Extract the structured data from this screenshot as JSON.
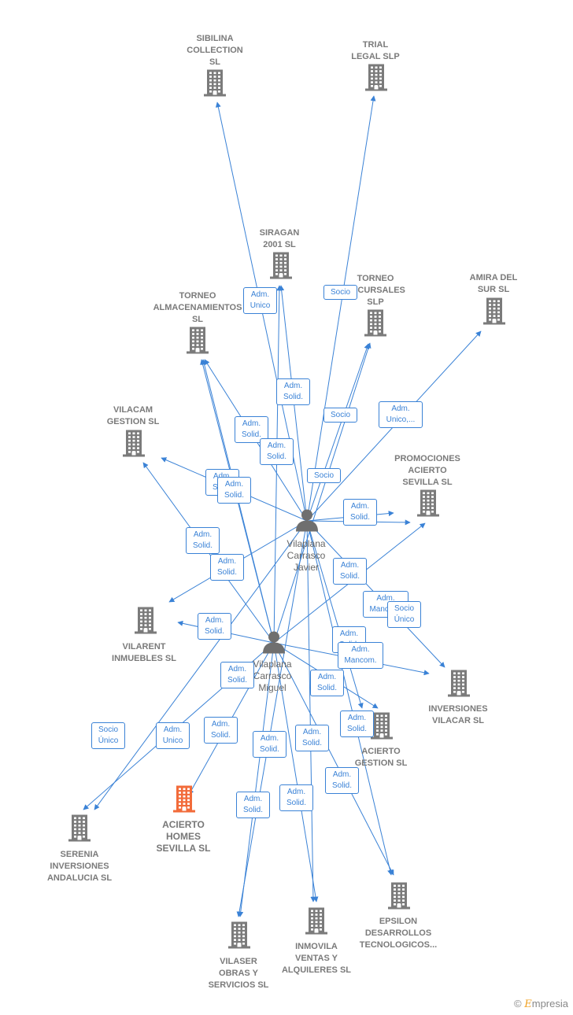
{
  "companies": [
    {
      "id": "sibilina",
      "label": "SIBILINA\nCOLLECTION\nSL"
    },
    {
      "id": "trial",
      "label": "TRIAL\nLEGAL  SLP"
    },
    {
      "id": "siragan",
      "label": "SIRAGAN\n2001 SL"
    },
    {
      "id": "torneo_sucursales",
      "label": "TORNEO\nSUCURSALES\nSLP"
    },
    {
      "id": "amira",
      "label": "AMIRA DEL\nSUR  SL"
    },
    {
      "id": "torneo_alm",
      "label": "TORNEO\nALMACENAMIENTOS\nSL"
    },
    {
      "id": "vilacam",
      "label": "VILACAM\nGESTION SL"
    },
    {
      "id": "promociones",
      "label": "PROMOCIONES\nACIERTO\nSEVILLA  SL"
    },
    {
      "id": "vilarent",
      "label": "VILARENT\nINMUEBLES SL"
    },
    {
      "id": "inversiones_vilacar",
      "label": "INVERSIONES\nVILACAR  SL"
    },
    {
      "id": "acierto_gestion",
      "label": "ACIERTO\nGESTION  SL"
    },
    {
      "id": "acierto_homes",
      "label": "ACIERTO\nHOMES\nSEVILLA  SL",
      "focus": true
    },
    {
      "id": "serenia",
      "label": "SERENIA\nINVERSIONES\nANDALUCIA SL"
    },
    {
      "id": "epsilon",
      "label": "EPSILON\nDESARROLLOS\nTECNOLOGICOS..."
    },
    {
      "id": "inmovila",
      "label": "INMOVILA\nVENTAS Y\nALQUILERES SL"
    },
    {
      "id": "vilaser",
      "label": "VILASER\nOBRAS Y\nSERVICIOS  SL"
    }
  ],
  "persons": [
    {
      "id": "javier",
      "label": "Vilaplana\nCarrasco\nJavier"
    },
    {
      "id": "miguel",
      "label": "Vilaplana\nCarrasco\nMiguel"
    }
  ],
  "relations": [
    {
      "label": "Adm.\nUnico"
    },
    {
      "label": "Socio"
    },
    {
      "label": "Adm.\nSolid."
    },
    {
      "label": "Socio"
    },
    {
      "label": "Adm.\nUnico,..."
    },
    {
      "label": "Adm.\nSolid."
    },
    {
      "label": "Adm.\nSolid."
    },
    {
      "label": "Socio"
    },
    {
      "label": "Adm.\nSolid."
    },
    {
      "label": "Adm.\nSolid."
    },
    {
      "label": "Adm.\nSolid."
    },
    {
      "label": "Adm.\nSolid."
    },
    {
      "label": "Adm.\nSolid."
    },
    {
      "label": "Adm.\nSolid."
    },
    {
      "label": "Adm.\nMancom."
    },
    {
      "label": "Socio\nÚnico"
    },
    {
      "label": "Adm.\nSolid."
    },
    {
      "label": "Adm.\nSolid."
    },
    {
      "label": "Adm.\nMancom."
    },
    {
      "label": "Adm.\nSolid."
    },
    {
      "label": "Adm.\nSolid."
    },
    {
      "label": "Socio\nÚnico"
    },
    {
      "label": "Adm.\nUnico"
    },
    {
      "label": "Adm.\nSolid."
    },
    {
      "label": "Adm.\nSolid."
    },
    {
      "label": "Adm.\nSolid."
    },
    {
      "label": "Adm.\nSolid."
    },
    {
      "label": "Adm.\nSolid."
    },
    {
      "label": "Adm.\nSolid."
    },
    {
      "label": "Adm.\nSolid."
    }
  ],
  "colors": {
    "edge": "#3a82d6",
    "building": "#7b7b7b",
    "focus_building": "#f26b3a",
    "person": "#6f6f6f"
  },
  "brand": {
    "symbol": "©",
    "name": "mpresia",
    "initial": "E"
  }
}
